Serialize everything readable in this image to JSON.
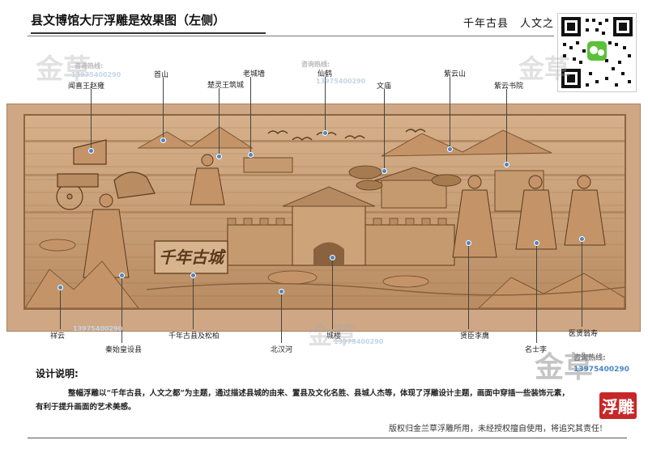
{
  "header": {
    "title": "县文博馆大厅浮雕是效果图（左侧）",
    "subtitle": "千年古县　人文之"
  },
  "relief": {
    "carving_text": "千年古城"
  },
  "annotations": {
    "top": [
      {
        "label": "闻喜王赵雍"
      },
      {
        "label": "首山"
      },
      {
        "label": "楚灵王筑城"
      },
      {
        "label": "老城墙"
      },
      {
        "label": "仙鹤"
      },
      {
        "label": "文庙"
      },
      {
        "label": "紫云山"
      },
      {
        "label": "紫云书院"
      }
    ],
    "bottom": [
      {
        "label": "祥云"
      },
      {
        "label": "秦始皇设县"
      },
      {
        "label": "千年古县及松柏"
      },
      {
        "label": "北汉河"
      },
      {
        "label": "城楼"
      },
      {
        "label": "贤臣李膺"
      },
      {
        "label": "名士李"
      },
      {
        "label": "医贤翁寿"
      }
    ]
  },
  "watermark": {
    "brand": "金草",
    "mark": "浮雕",
    "contact_label": "咨询热线:",
    "phone": "13975400290"
  },
  "design": {
    "title": "设计说明:",
    "body_line1": "整幅浮雕以“千年古县，人文之都”为主题，通过描述县城的由来、置县及文化名胜、县城人杰等，体现了浮雕设计主题，画面中穿插一些装饰元素，",
    "body_line2": "有利于提升画面的艺术美感。"
  },
  "footer": {
    "copyright": "版权归金兰草浮雕所用，未经授权擅自使用，将追究其责任!"
  },
  "colors": {
    "frame": "#cfa784",
    "panel": "#c89f77",
    "dot": "#4a86c8"
  }
}
